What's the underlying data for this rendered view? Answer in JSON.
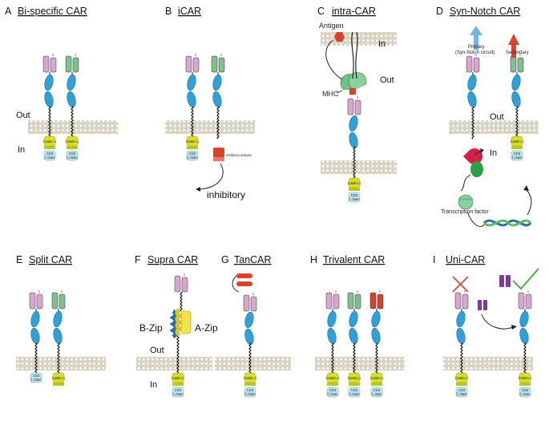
{
  "panels": {
    "A": {
      "letter": "A",
      "title": "Bi-specific CAR"
    },
    "B": {
      "letter": "B",
      "title": "iCAR"
    },
    "C": {
      "letter": "C",
      "title": "intra-CAR"
    },
    "D": {
      "letter": "D",
      "title": "Syn-Notch CAR"
    },
    "E": {
      "letter": "E",
      "title": "Split CAR"
    },
    "F": {
      "letter": "F",
      "title": "Supra CAR"
    },
    "G": {
      "letter": "G",
      "title": "TanCAR"
    },
    "H": {
      "letter": "H",
      "title": "Trivalent CAR"
    },
    "I": {
      "letter": "I",
      "title": "Uni-CAR"
    }
  },
  "labels": {
    "out": "Out",
    "in": "In",
    "inhibitory": "inhibitory",
    "inhibitory_domain": "Inhibitory domain",
    "antigen": "Antigen",
    "mhc": "MHC",
    "primary_line1": "Primary",
    "primary_line2": "(Syn-Notch circuit)",
    "secondary": "Secondary",
    "transcription_factor": "Transcription factor",
    "b_zip": "B-Zip",
    "a_zip": "A-Zip",
    "costim": "Costim 1",
    "cd3": "CD3",
    "zeta_chain": "ζ chain"
  },
  "colors": {
    "pink": "#d9a6cf",
    "green": "#7fc08f",
    "blue": "#2fa0d8",
    "yellow": "#d9de2a",
    "red": "#d8432b",
    "purple": "#7d3b9c",
    "membrane": "#ddd6c0",
    "cyan": "#bfe6ee",
    "check": "#3aaa35",
    "cross": "#d94a3a"
  }
}
